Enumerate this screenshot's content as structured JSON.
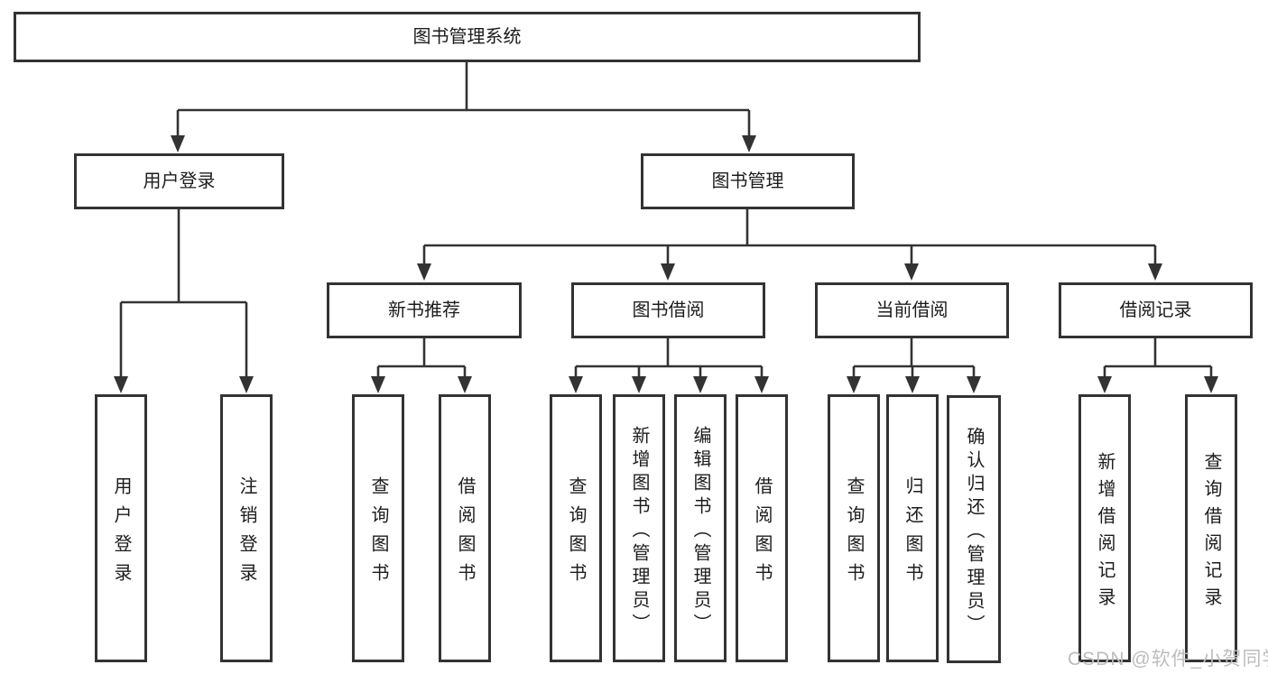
{
  "diagram": {
    "root": {
      "label": "图书管理系统"
    },
    "level2": {
      "user_login": {
        "label": "用户登录"
      },
      "book_mgmt": {
        "label": "图书管理"
      }
    },
    "level3": {
      "new_books": {
        "label": "新书推荐"
      },
      "book_borrow": {
        "label": "图书借阅"
      },
      "current_borrow": {
        "label": "当前借阅"
      },
      "borrow_records": {
        "label": "借阅记录"
      }
    },
    "leaves": {
      "user_login": [
        "用户登录",
        "注销登录"
      ],
      "new_books": [
        "查询图书",
        "借阅图书"
      ],
      "book_borrow": [
        "查询图书",
        "新增图书（管理员）",
        "编辑图书（管理员）",
        "借阅图书"
      ],
      "current_borrow": [
        "查询图书",
        "归还图书",
        "确认归还（管理员）"
      ],
      "borrow_records": [
        "新增借阅记录",
        "查询借阅记录"
      ]
    },
    "colors": {
      "line": "#333333",
      "text": "#1c1c1c",
      "watermark_text": "#bdbdbd",
      "background": "#ffffff"
    }
  },
  "watermark": {
    "text": "CSDN @软件_小贺同学"
  }
}
